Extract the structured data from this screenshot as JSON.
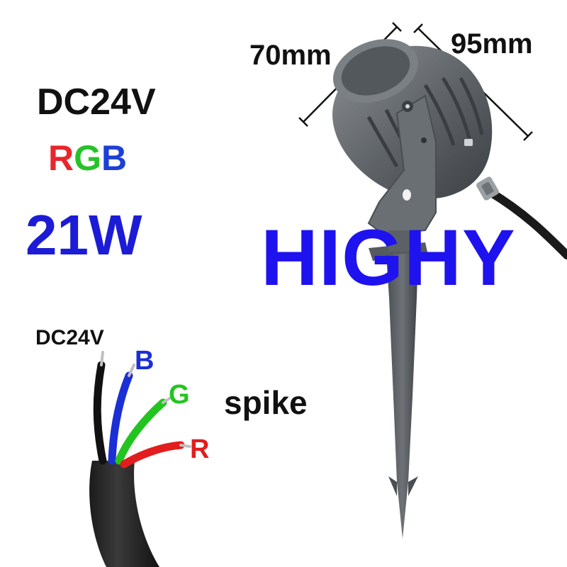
{
  "specs": {
    "voltage": "DC24V",
    "rgb_letters": [
      {
        "letter": "R",
        "color": "#e8262b"
      },
      {
        "letter": "G",
        "color": "#27c22a"
      },
      {
        "letter": "B",
        "color": "#1c3fd6"
      }
    ],
    "power": "21W"
  },
  "dimensions": {
    "depth": "70mm",
    "length": "95mm"
  },
  "brand": "HIGHY",
  "wiring": {
    "supply_label": "DC24V",
    "blue_label": "B",
    "green_label": "G",
    "red_label": "R",
    "colors": {
      "blue": "#1b2fd6",
      "green": "#22c51f",
      "red": "#e21d1d"
    }
  },
  "spike_label": "spike"
}
